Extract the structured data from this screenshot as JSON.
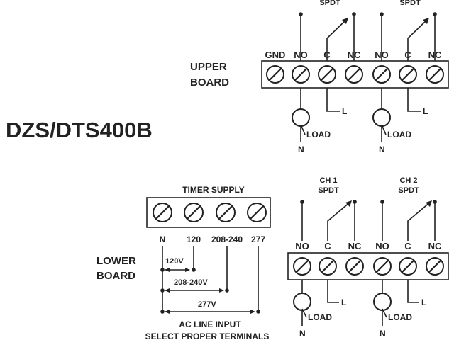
{
  "model": "DZS/DTS400B",
  "upper_board": {
    "label_line1": "UPPER",
    "label_line2": "BOARD",
    "terminals": [
      "GND",
      "NO",
      "C",
      "NC",
      "NO",
      "C",
      "NC"
    ],
    "channels": [
      "SPDT",
      "SPDT"
    ],
    "load_label": "LOAD",
    "neutral_label": "N",
    "contact_label": "L"
  },
  "lower_board": {
    "label_line1": "LOWER",
    "label_line2": "BOARD",
    "terminals": [
      "NO",
      "C",
      "NC",
      "NO",
      "C",
      "NC"
    ],
    "channels": [
      {
        "name": "CH 1",
        "type": "SPDT"
      },
      {
        "name": "CH 2",
        "type": "SPDT"
      }
    ],
    "load_label": "LOAD",
    "neutral_label": "N",
    "contact_label": "L"
  },
  "timer_supply": {
    "title": "TIMER SUPPLY",
    "terminals": [
      "N",
      "120",
      "208-240",
      "277"
    ],
    "voltage_options": [
      "120V",
      "208-240V",
      "277V"
    ],
    "note_line1": "AC LINE INPUT",
    "note_line2": "SELECT PROPER TERMINALS"
  }
}
